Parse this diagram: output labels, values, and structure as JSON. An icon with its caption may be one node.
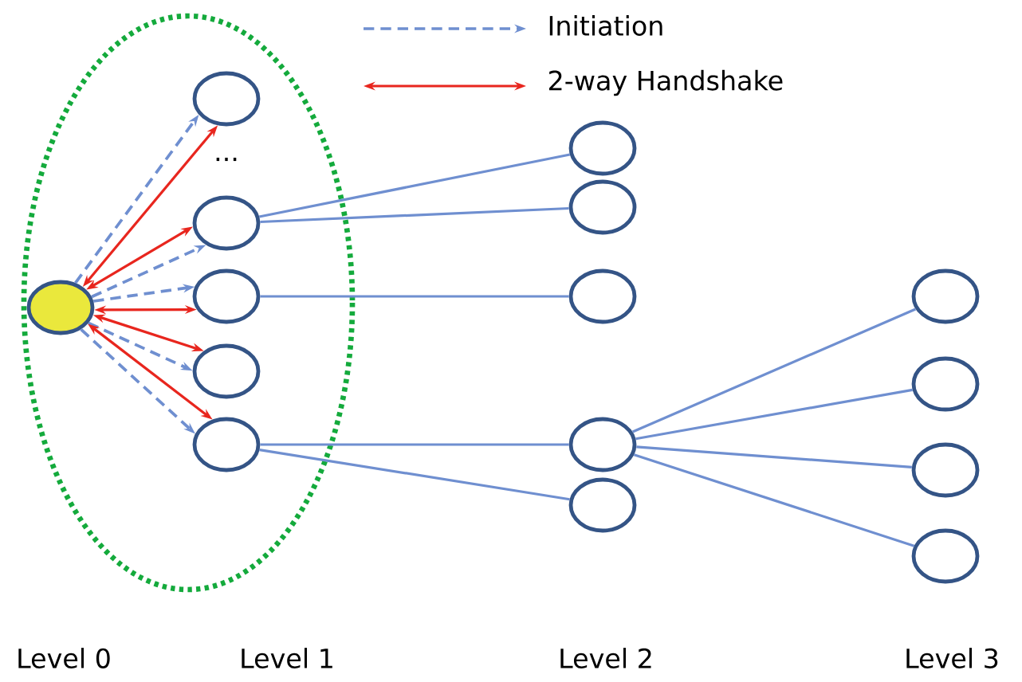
{
  "diagram": {
    "nodes": [
      {
        "text": [],
        "shape": "circle"
      },
      {
        "text": [],
        "shape": "circle"
      },
      {
        "text": [],
        "shape": "circle"
      },
      {
        "text": [],
        "shape": "circle"
      },
      {
        "text": [],
        "shape": "circle"
      },
      {
        "text": [],
        "shape": "circle"
      },
      {
        "text": [],
        "shape": "circle"
      },
      {
        "text": [],
        "shape": "circle"
      },
      {
        "text": [],
        "shape": "circle"
      },
      {
        "text": [],
        "shape": "circle"
      },
      {
        "text": [],
        "shape": "circle"
      },
      {
        "text": [],
        "shape": "circle"
      },
      {
        "text": [],
        "shape": "circle"
      },
      {
        "text": [],
        "shape": "circle"
      },
      {
        "text": [],
        "shape": "circle"
      }
    ],
    "edges": [
      {
        "from": 0,
        "to": 1,
        "arrow": "both",
        "color": "#e8261e"
      },
      {
        "from": 0,
        "to": 1,
        "arrow": "to",
        "style": "dashed"
      },
      {
        "from": 0,
        "to": 2,
        "arrow": "to",
        "style": "dashed"
      },
      {
        "from": 0,
        "to": 2,
        "arrow": "both",
        "color": "#e8261e"
      },
      {
        "from": 0,
        "to": 3,
        "arrow": "both",
        "color": "#e8261e"
      },
      {
        "from": 0,
        "to": 3,
        "arrow": "to",
        "style": "dashed"
      },
      {
        "from": 0,
        "to": 4,
        "arrow": "to",
        "style": "dashed"
      },
      {
        "from": 0,
        "to": 4,
        "arrow": "both",
        "color": "#e8261e"
      },
      {
        "from": 0,
        "to": 5,
        "arrow": "to",
        "style": "dashed"
      },
      {
        "from": 0,
        "to": 5,
        "arrow": "both",
        "color": "#e8261e"
      },
      {
        "from": 2,
        "to": 6,
        "arrow": "none"
      },
      {
        "from": 2,
        "to": 7,
        "arrow": "none"
      },
      {
        "from": 3,
        "to": 8,
        "arrow": "none"
      },
      {
        "from": 5,
        "to": 9,
        "arrow": "none"
      },
      {
        "from": 5,
        "to": 10,
        "arrow": "none"
      },
      {
        "from": 9,
        "to": 11,
        "arrow": "none"
      },
      {
        "from": 9,
        "to": 12,
        "arrow": "none"
      },
      {
        "from": 9,
        "to": 13,
        "arrow": "none"
      },
      {
        "from": 9,
        "to": 14,
        "arrow": "none"
      }
    ],
    "labels": [
      "...",
      "Level 0",
      "Level 1",
      "Level 2",
      "Level 3"
    ],
    "legend": [
      {
        "text": "Initiation"
      },
      {
        "text": "2-way Handshake"
      }
    ]
  }
}
